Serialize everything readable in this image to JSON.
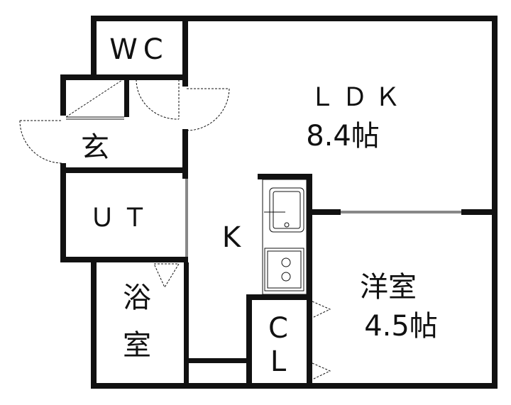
{
  "rooms": {
    "wc": "WC",
    "ldk_name": "ＬＤＫ",
    "ldk_size": "8.4帖",
    "genkan": "玄",
    "ut": "ＵＴ",
    "kitchen": "K",
    "western_name": "洋室",
    "western_size": "4.5帖",
    "bath_1": "浴",
    "bath_2": "室",
    "closet_1": "C",
    "closet_2": "L"
  },
  "colors": {
    "wall": "#111111",
    "background": "#ffffff"
  }
}
